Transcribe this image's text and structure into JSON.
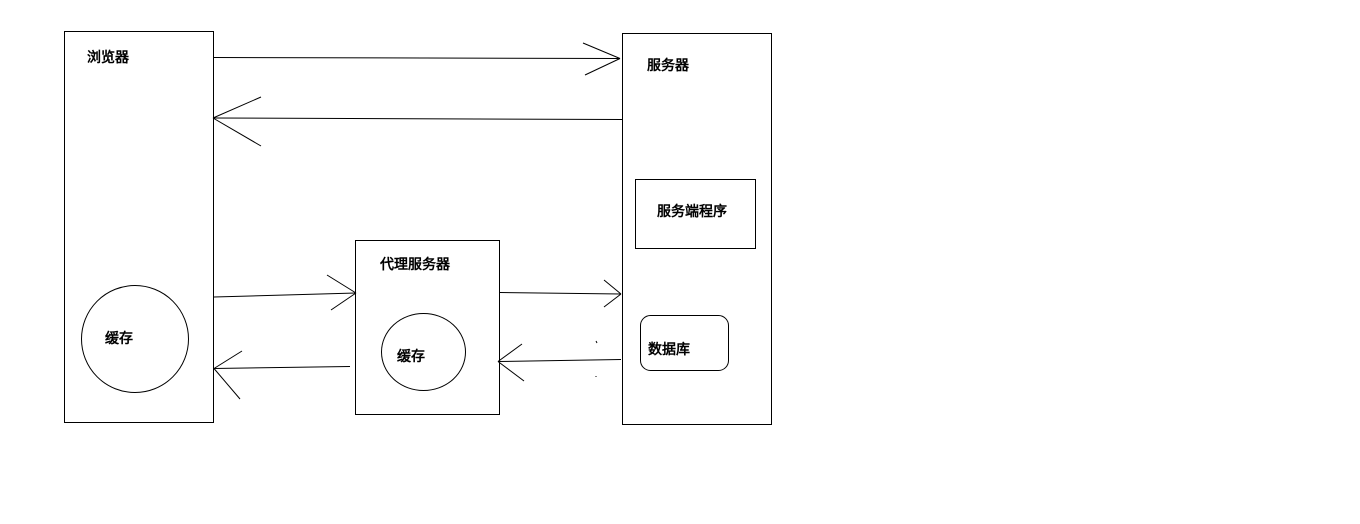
{
  "browser": {
    "label": "浏览器",
    "cache_label": "缓存"
  },
  "proxy": {
    "label": "代理服务器",
    "cache_label": "缓存"
  },
  "server": {
    "label": "服务器",
    "program_label": "服务端程序",
    "database_label": "数据库"
  },
  "colors": {
    "stroke": "#000000",
    "background": "#ffffff"
  }
}
